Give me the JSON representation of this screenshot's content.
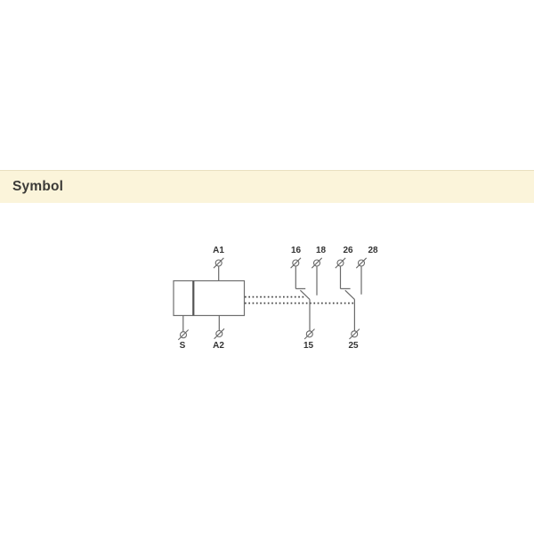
{
  "header": {
    "title": "Symbol"
  },
  "colors": {
    "page_bg": "#ffffff",
    "banner_bg": "#fbf4da",
    "banner_border_top": "#e9e0bf",
    "banner_text": "#3b3a37",
    "diagram_line": "#6a6a6a",
    "coil_divider": "#545454",
    "dotted_link": "#474747",
    "label_text": "#333333"
  },
  "diagram": {
    "type": "relay-circuit-symbol",
    "description": "Relay coil box with control terminal and two changeover contacts linked by dotted mechanical-actuation lines",
    "icons": {
      "terminal": "circle-with-slash-icon"
    },
    "coil_terminals": {
      "a1": "A1",
      "a2": "A2",
      "s": "S"
    },
    "contacts": [
      {
        "common": "15",
        "nc": "16",
        "no": "18"
      },
      {
        "common": "25",
        "nc": "26",
        "no": "28"
      }
    ]
  }
}
